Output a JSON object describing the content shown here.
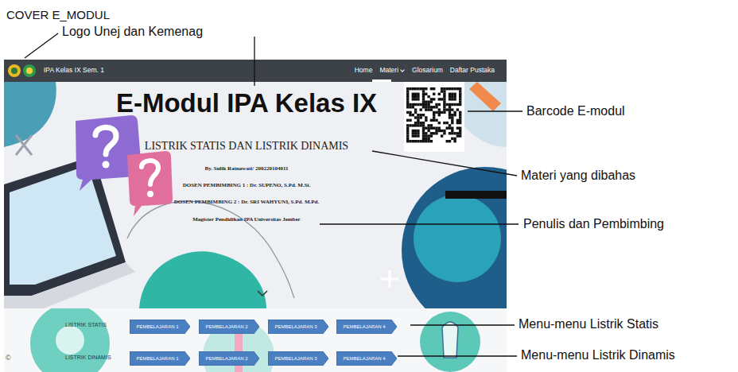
{
  "diagram": {
    "title": "COVER E_MODUL",
    "nodes": [
      {
        "text": [
          "IPA Kelas IX Sem. 1",
          "Home",
          "Materi",
          "Glosarium",
          "Daftar Pustaka"
        ]
      },
      {
        "text": [
          "PEMBELAJARAN 1"
        ]
      },
      {
        "text": [
          "PEMBELAJARAN 2"
        ]
      },
      {
        "text": [
          "PEMBELAJARAN 3"
        ]
      },
      {
        "text": [
          "PEMBELAJARAN 4"
        ]
      },
      {
        "text": [
          "PEMBELAJARAN 1"
        ]
      },
      {
        "text": [
          "PEMBELAJARAN 2"
        ]
      },
      {
        "text": [
          "PEMBELAJARAN 3"
        ]
      },
      {
        "text": [
          "PEMBELAJARAN 4"
        ]
      }
    ],
    "edges": [],
    "labels": [
      "Logo Unej dan Kemenag",
      "E-Modul IPA Kelas IX",
      "Barcode E-modul",
      "LISTRIK STATIS DAN LISTRIK DINAMIS",
      "Materi yang dibahas",
      "By. Sulik Ratnawati/ 200220104011",
      "DOSEN PEMBIMBING 1 : Dr. SUPENO, S.Pd. M.Si.",
      "DOSEN PEMBIMBING 2 : Dr. SRI WAHYUNI, S.Pd. M.Pd.",
      "Magister Pendidikan IPA Universitas Jember",
      "Penulis dan Pembimbing",
      "LISTRIK STATIS",
      "Menu-menu Listrik Statis",
      "LISTRIK DINAMIS",
      "Menu-menu Listrik Dinamis",
      "©"
    ]
  }
}
